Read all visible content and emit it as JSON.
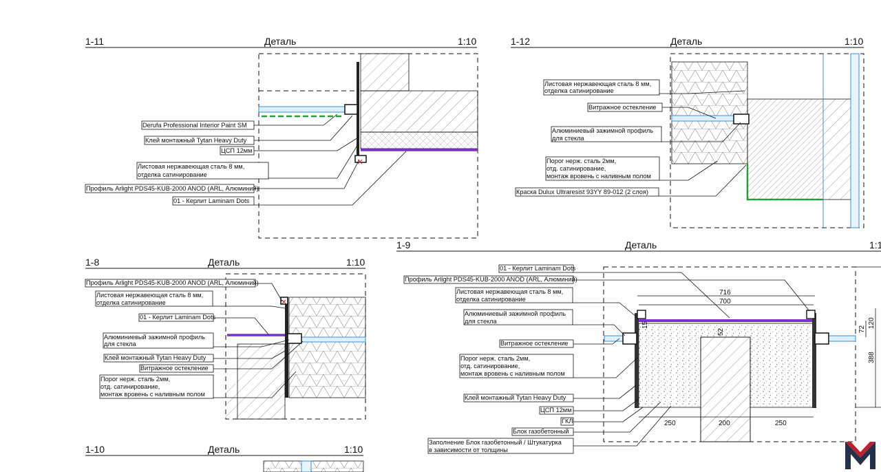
{
  "details": [
    {
      "id": "1-11",
      "kind": "Деталь",
      "scale": "1:10",
      "labels": [
        "Derufa Professional Interior Paint SM",
        "Клей монтажный Tytan Heavy Duty",
        "ЦСП 12мм",
        "Листовая нержавеющая сталь 8 мм,",
        "отделка сатинирование",
        "Профиль Arlight PDS45-KUB-2000 ANOD (ARL, Алюминий)",
        "01 - Керлит Laminam Dots"
      ]
    },
    {
      "id": "1-12",
      "kind": "Деталь",
      "scale": "1:10",
      "labels": [
        "Листовая нержавеющая сталь 8 мм,",
        "отделка сатинирование",
        "Витражное остекление",
        "Алюминиевый зажимной профиль",
        "для стекла",
        "Порог нерж. сталь 2мм,",
        "отд. сатинирование,",
        "монтаж вровень с наливным полом",
        "Краска Dulux Ultraresist 93YY 89-012 (2 слоя)"
      ]
    },
    {
      "id": "1-8",
      "kind": "Деталь",
      "scale": "1:10",
      "labels": [
        "Профиль Arlight PDS45-KUB-2000 ANOD (ARL, Алюминий)",
        "Листовая нержавеющая сталь 8 мм,",
        "отделка сатинирование",
        "01 - Керлит Laminam Dots",
        "Алюминиевый зажимной профиль",
        "для стекла",
        "Клей монтажный Tytan Heavy Duty",
        "Витражное остекление",
        "Порог нерж. сталь 2мм,",
        "отд. сатинирование,",
        "монтаж вровень с наливным полом"
      ]
    },
    {
      "id": "1-9",
      "kind": "Деталь",
      "scale": "1:1",
      "labels": [
        "01 - Керлит Laminam Dots",
        "Профиль Arlight PDS45-KUB-2000 ANOD (ARL, Алюминий)",
        "Листовая нержавеющая сталь 8 мм,",
        "отделка сатинирование",
        "Алюминиевый зажимной профиль",
        "для стекла",
        "Витражное остекление",
        "Порог нерж. сталь 2мм,",
        "отд. сатинирование,",
        "монтаж вровень с наливным полом",
        "Клей монтажный Tytan Heavy Duty",
        "ЦСП 12мм",
        "ГКЛ",
        "Блок газобетонный",
        "Заполнение Блок газобетонный / Штукатурка",
        "в зависимости от толщины"
      ],
      "dimensions": [
        "716",
        "700",
        "15",
        "52",
        "72",
        "120",
        "388",
        "250",
        "200",
        "250"
      ]
    },
    {
      "id": "1-10",
      "kind": "Деталь",
      "scale": "1:10",
      "labels": []
    }
  ],
  "colors": {
    "finish_purple": "#7a2fd0",
    "paint_green": "#22a03a",
    "glass_blue": "#3a8fd8",
    "logo_red": "#c0202a",
    "logo_navy": "#22304a"
  },
  "logo": {
    "icon": "m-logo-icon"
  }
}
